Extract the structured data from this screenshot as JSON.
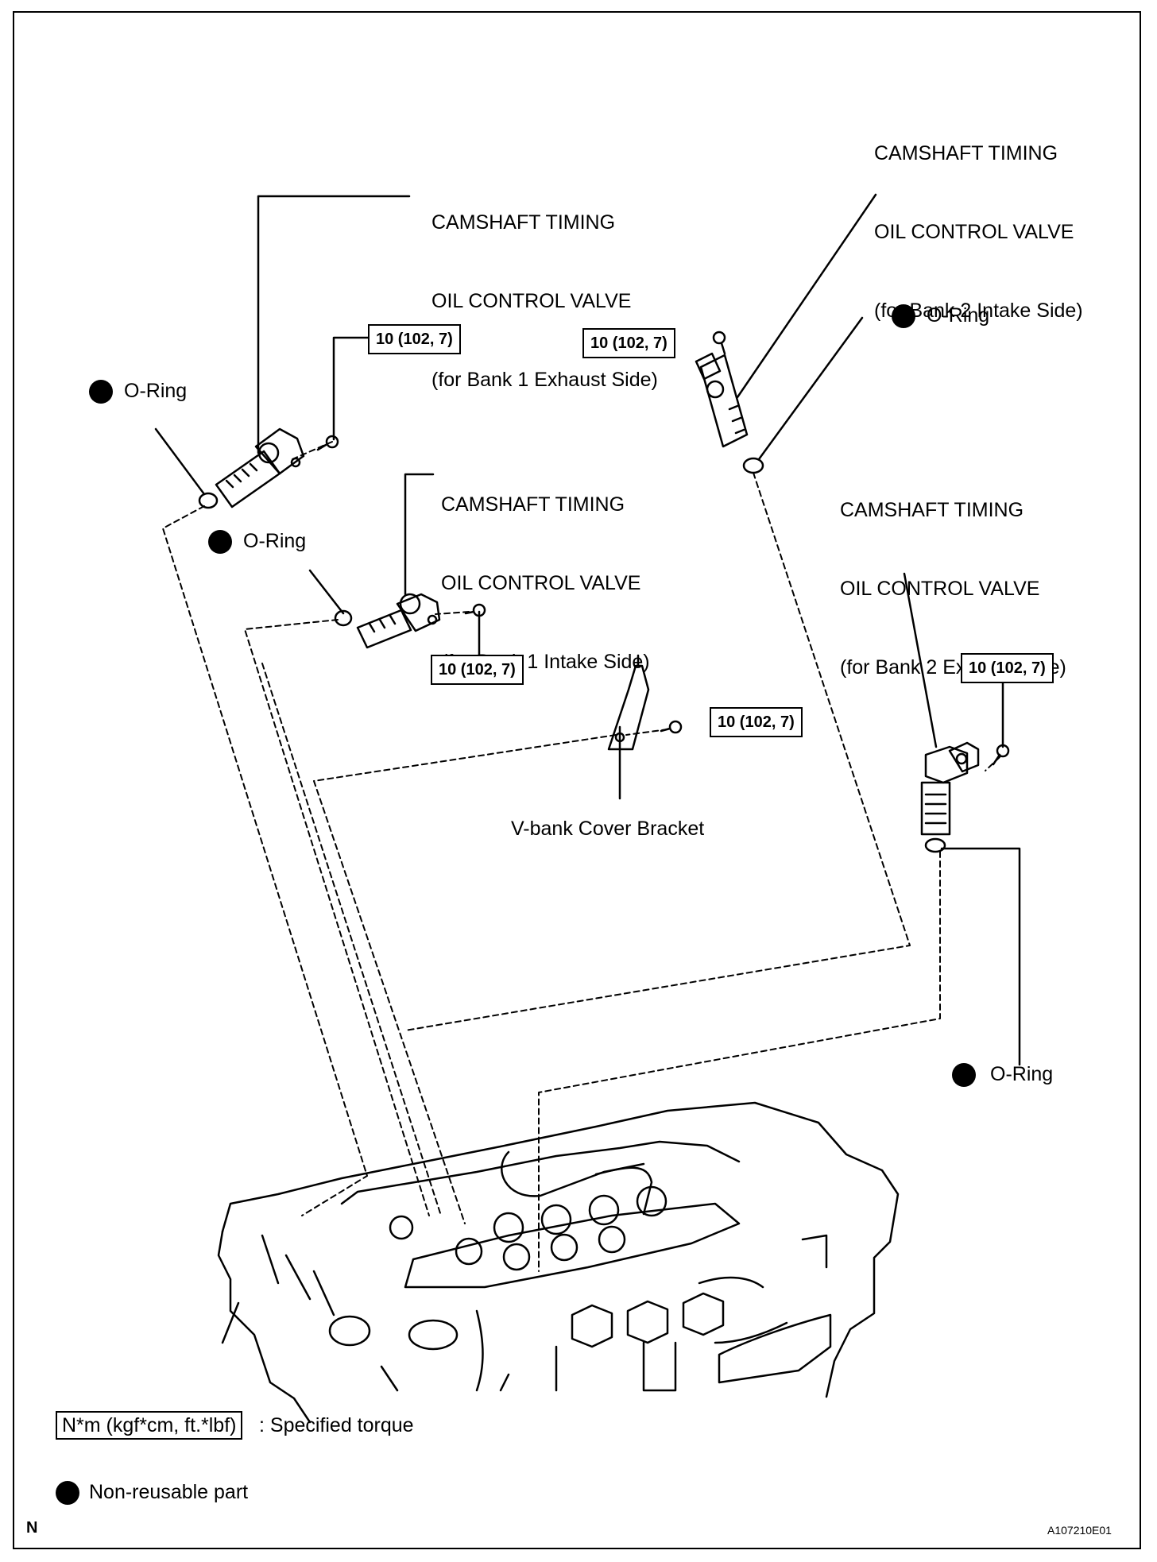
{
  "valves": {
    "bank1_exhaust": {
      "line1": "CAMSHAFT TIMING",
      "line2": "OIL CONTROL VALVE",
      "line3": "(for Bank 1 Exhaust Side)"
    },
    "bank1_intake": {
      "line1": "CAMSHAFT TIMING",
      "line2": "OIL CONTROL VALVE",
      "line3": "(for Bank 1 Intake Side)"
    },
    "bank2_intake": {
      "line1": "CAMSHAFT TIMING",
      "line2": "OIL CONTROL VALVE",
      "line3": "(for Bank 2 Intake Side)"
    },
    "bank2_exhaust": {
      "line1": "CAMSHAFT TIMING",
      "line2": "OIL CONTROL VALVE",
      "line3": "(for Bank 2 Exhaust Side)"
    }
  },
  "torque_spec": "10 (102, 7)",
  "oring_label": "O-Ring",
  "bracket_label": "V-bank Cover Bracket",
  "legend": {
    "torque_box": "N*m (kgf*cm, ft.*lbf)",
    "torque_text": ": Specified torque",
    "nonreusable_text": "Non-reusable part"
  },
  "footer": {
    "north": "N",
    "figure_id": "A107210E01"
  }
}
